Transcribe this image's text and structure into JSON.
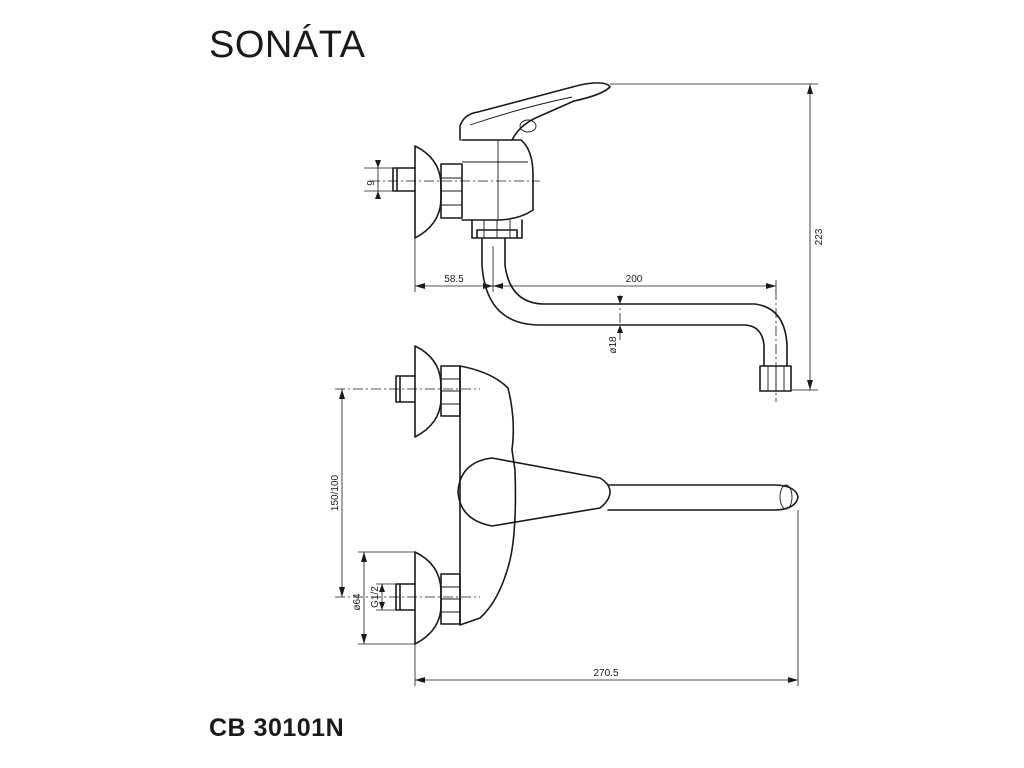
{
  "title": "SONÁTA",
  "product_code": "CB 30101N",
  "dimensions": {
    "side_total_height": "223",
    "thread_9": "9",
    "depth_left": "58.5",
    "spout_reach": "200",
    "spout_diameter": "ø18",
    "inlet_spacing": "150/100",
    "rosette_diameter": "ø64",
    "thread_g": "G1/2",
    "total_width": "270.5"
  }
}
